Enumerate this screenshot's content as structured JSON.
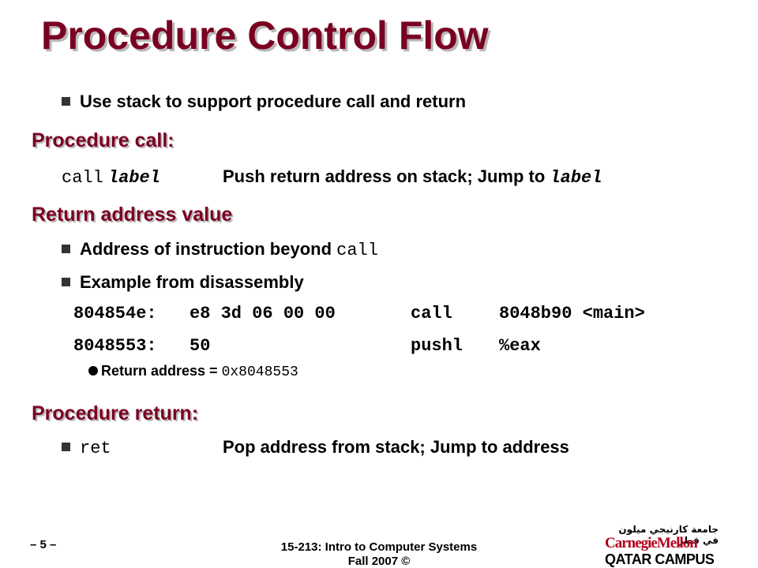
{
  "slide": {
    "title": "Procedure Control Flow",
    "intro_bullet": "Use stack to support procedure call and return",
    "call_section": {
      "heading": "Procedure call:",
      "instr": "call",
      "operand": "label",
      "desc": "Push return address on stack; Jump to",
      "desc_operand": "label"
    },
    "return_addr_section": {
      "heading": "Return address value",
      "bullet1_text": "Address of instruction beyond",
      "bullet1_code": "call",
      "bullet2_text": "Example from disassembly",
      "disasm": [
        {
          "addr": "804854e:",
          "bytes": "e8 3d 06 00 00",
          "op": "call",
          "args": "8048b90 <main>"
        },
        {
          "addr": "8048553:",
          "bytes": "50",
          "op": "pushl",
          "args": "%eax"
        }
      ],
      "sub_bullet_text": "Return address =",
      "sub_bullet_code": "0x8048553"
    },
    "return_section": {
      "heading": "Procedure return:",
      "instr": "ret",
      "desc": "Pop address from stack; Jump to address"
    }
  },
  "footer": {
    "page_number": "– 5 –",
    "course": "15-213: Intro to Computer Systems",
    "term": "Fall 2007 ©"
  },
  "logo": {
    "arabic": "جامعة كارنيجي ميلون في قطر",
    "name": "CarnegieMellon",
    "campus": "QATAR CAMPUS"
  },
  "colors": {
    "heading": "#7a0022",
    "shadow": "#b8b8b8",
    "logo_red": "#b0001e"
  }
}
